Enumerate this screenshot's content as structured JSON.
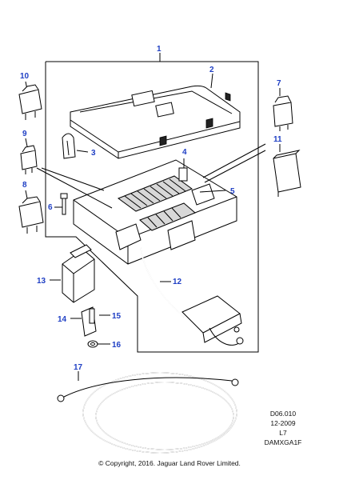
{
  "colors": {
    "callout": "#1f3fc4",
    "line": "#000000",
    "background": "#ffffff"
  },
  "callouts": {
    "c1": "1",
    "c2": "2",
    "c3": "3",
    "c4": "4",
    "c5": "5",
    "c6": "6",
    "c7": "7",
    "c8": "8",
    "c9": "9",
    "c10": "10",
    "c11": "11",
    "c12": "12",
    "c13": "13",
    "c14": "14",
    "c15": "15",
    "c16": "16",
    "c17": "17"
  },
  "meta": {
    "code": "D06.010",
    "date": "12-2009",
    "level": "L7",
    "ref": "DAMXGA1F"
  },
  "copyright": "© Copyright, 2016. Jaguar Land Rover Limited."
}
